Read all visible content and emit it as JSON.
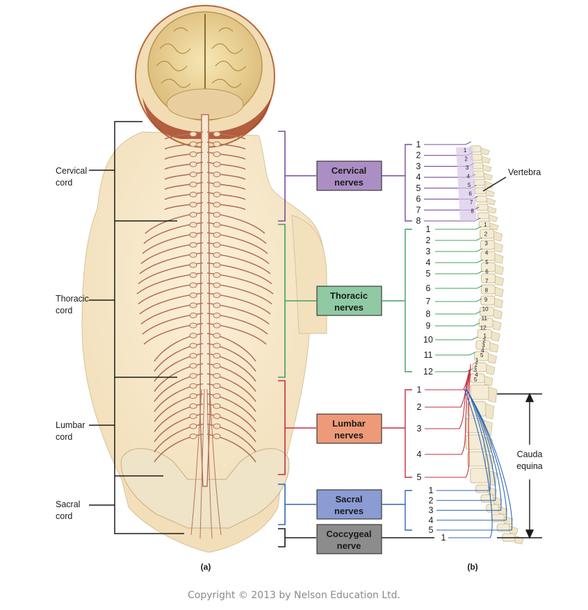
{
  "cord_labels": [
    {
      "line1": "Cervical",
      "line2": "cord"
    },
    {
      "line1": "Thoracic",
      "line2": "cord"
    },
    {
      "line1": "Lumbar",
      "line2": "cord"
    },
    {
      "line1": "Sacral",
      "line2": "cord"
    }
  ],
  "nerve_boxes": [
    {
      "line1": "Cervical",
      "line2": "nerves",
      "color": "#ab8fc4",
      "line_color": "#7a4a9c",
      "numbers": [
        "1",
        "2",
        "3",
        "4",
        "5",
        "6",
        "7",
        "8"
      ]
    },
    {
      "line1": "Thoracic",
      "line2": "nerves",
      "color": "#8fcaa3",
      "line_color": "#3fa05e",
      "numbers": [
        "1",
        "2",
        "3",
        "4",
        "5",
        "6",
        "7",
        "8",
        "9",
        "10",
        "11",
        "12"
      ]
    },
    {
      "line1": "Lumbar",
      "line2": "nerves",
      "color": "#ee9a78",
      "line_color": "#c42c3e",
      "numbers": [
        "1",
        "2",
        "3",
        "4",
        "5"
      ]
    },
    {
      "line1": "Sacral",
      "line2": "nerves",
      "color": "#8b9bd3",
      "line_color": "#2f66b3",
      "numbers": [
        "1",
        "2",
        "3",
        "4",
        "5"
      ]
    },
    {
      "line1": "Coccygeal",
      "line2": "nerve",
      "color": "#8c8c8c",
      "line_color": "#1a1a1a",
      "numbers": [
        "1"
      ]
    }
  ],
  "vertebra_label": "Vertebra",
  "vertebra_numbers": {
    "cervical": [
      "1",
      "2",
      "3",
      "4",
      "5",
      "6",
      "7",
      "8"
    ],
    "thoracic": [
      "1",
      "2",
      "3",
      "4",
      "5",
      "6",
      "7",
      "8",
      "9",
      "10",
      "11",
      "12"
    ],
    "lumbar": [
      "1",
      "2",
      "3",
      "4",
      "5"
    ],
    "sacral": [
      "1",
      "2",
      "3",
      "4",
      "5"
    ]
  },
  "cauda_equina": {
    "line1": "Cauda",
    "line2": "equina"
  },
  "captions": {
    "a": "(a)",
    "b": "(b)"
  },
  "copyright": "Copyright © 2013 by Nelson Education Ltd."
}
